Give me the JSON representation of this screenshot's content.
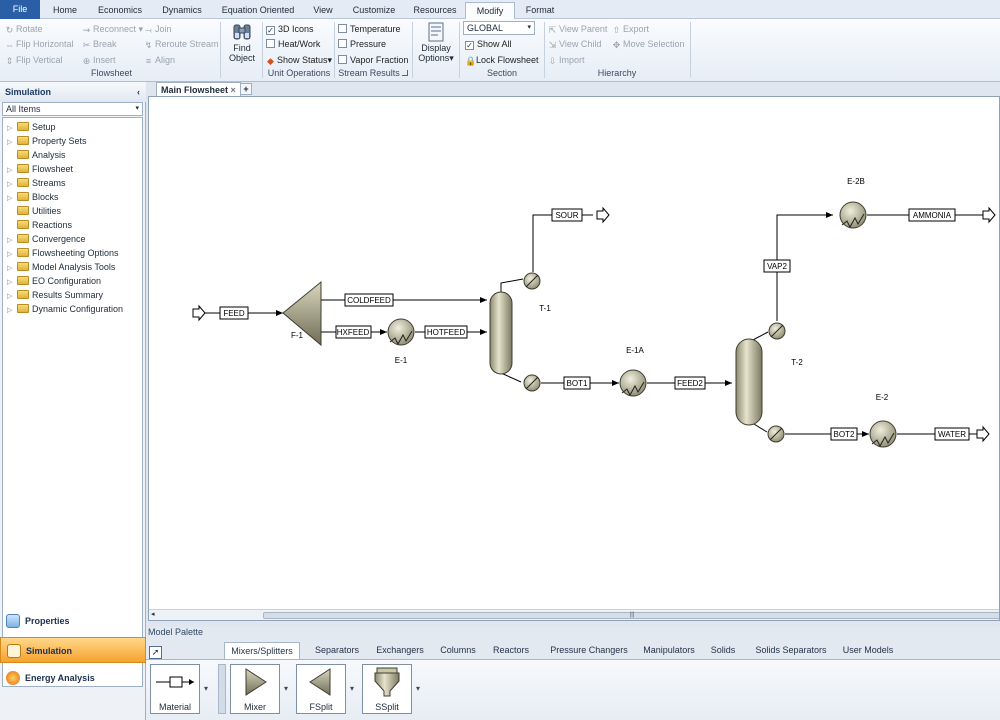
{
  "menu_tabs": [
    "File",
    "Home",
    "Economics",
    "Dynamics",
    "Equation Oriented",
    "View",
    "Customize",
    "Resources",
    "Modify",
    "Format"
  ],
  "ribbon": {
    "flowsheet": {
      "rotate": "Rotate",
      "flip_h": "Flip Horizontal",
      "flip_v": "Flip Vertical",
      "reconnect": "Reconnect",
      "break": "Break",
      "insert": "Insert",
      "join": "Join",
      "reroute": "Reroute Stream",
      "align": "Align",
      "label": "Flowsheet"
    },
    "find_object": {
      "line1": "Find",
      "line2": "Object"
    },
    "unit_operations": {
      "icons3d": "3D Icons",
      "heatwork": "Heat/Work",
      "show_status": "Show Status",
      "label": "Unit Operations"
    },
    "stream_results": {
      "temperature": "Temperature",
      "pressure": "Pressure",
      "vapor_fraction": "Vapor Fraction",
      "label": "Stream Results"
    },
    "display_options": {
      "line1": "Display",
      "line2": "Options"
    },
    "section": {
      "value": "GLOBAL",
      "show_all": "Show All",
      "lock": "Lock Flowsheet",
      "label": "Section"
    },
    "hierarchy": {
      "view_parent": "View Parent",
      "view_child": "View Child",
      "import": "Import",
      "export": "Export",
      "move_selection": "Move Selection",
      "label": "Hierarchy"
    }
  },
  "left_panel": {
    "title": "Simulation",
    "filter": "All Items",
    "tree": [
      "Setup",
      "Property Sets",
      "Analysis",
      "Flowsheet",
      "Streams",
      "Blocks",
      "Utilities",
      "Reactions",
      "Convergence",
      "Flowsheeting Options",
      "Model Analysis Tools",
      "EO Configuration",
      "Results Summary",
      "Dynamic Configuration"
    ],
    "nav": {
      "properties": "Properties",
      "simulation": "Simulation",
      "energy": "Energy Analysis"
    }
  },
  "doc_tab": "Main Flowsheet",
  "flowsheet": {
    "streams": [
      "FEED",
      "COLDFEED",
      "HXFEED",
      "HOTFEED",
      "SOUR",
      "BOT1",
      "FEED2",
      "VAP2",
      "AMMONIA",
      "BOT2",
      "WATER"
    ],
    "blocks": [
      "F-1",
      "E-1",
      "T-1",
      "E-1A",
      "T-2",
      "E-2B",
      "E-2"
    ]
  },
  "palette": {
    "title": "Model Palette",
    "tabs": [
      "Mixers/Splitters",
      "Separators",
      "Exchangers",
      "Columns",
      "Reactors",
      "Pressure Changers",
      "Manipulators",
      "Solids",
      "Solids Separators",
      "User Models"
    ],
    "items": [
      "Material",
      "Mixer",
      "FSplit",
      "SSplit"
    ]
  },
  "colors": {
    "accent": "#2a5fa8",
    "equipment": "#c8c6a6",
    "stream_line": "#000000"
  }
}
